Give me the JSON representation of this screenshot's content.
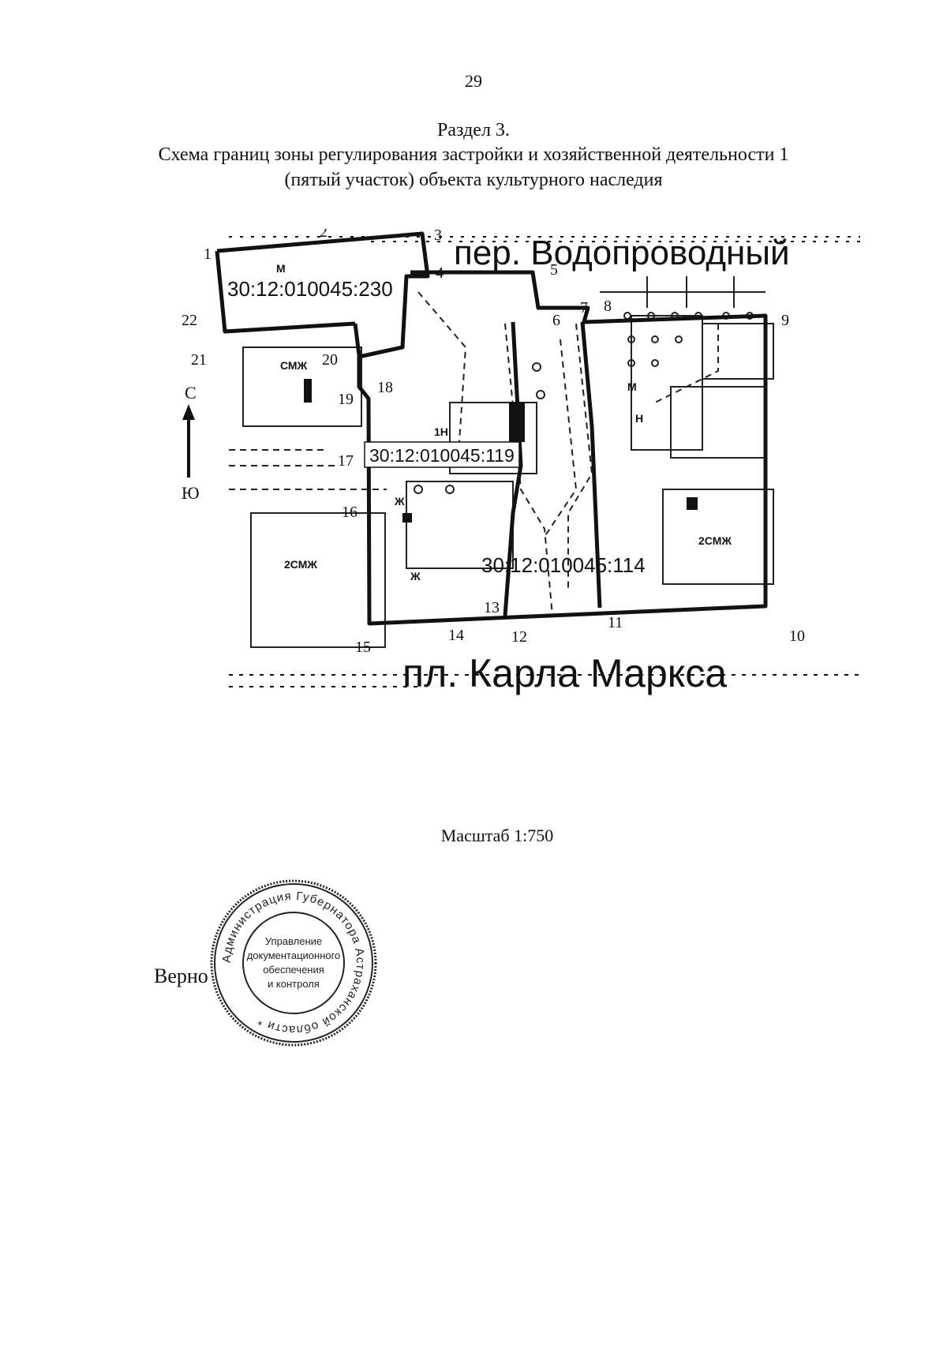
{
  "page_number": "29",
  "section": "Раздел 3.",
  "title_line1": "Схема границ зоны регулирования застройки и хозяйственной деятельности 1",
  "title_line2": "(пятый участок) объекта культурного наследия",
  "map": {
    "street_top": "пер. Водопроводный",
    "street_bottom": "пл. Карла Маркса",
    "parcels": [
      "30:12:010045:230",
      "30:12:010045:119",
      "30:12:010045:114"
    ],
    "compass_north": "С",
    "compass_south": "Ю",
    "points": [
      "1",
      "2",
      "3",
      "4",
      "5",
      "6",
      "7",
      "8",
      "9",
      "10",
      "11",
      "12",
      "13",
      "14",
      "15",
      "16",
      "17",
      "18",
      "19",
      "20",
      "21",
      "22"
    ],
    "building_labels": [
      "СМЖ",
      "2СМЖ",
      "2СМЖ",
      "1Н",
      "Ж",
      "Ж",
      "М",
      "М",
      "Н"
    ]
  },
  "scale": "Масштаб 1:750",
  "verno": "Верно",
  "stamp": {
    "ring": "Администрация Губернатора Астраханской области *",
    "center_lines": [
      "Управление",
      "документационного",
      "обеспечения",
      "и контроля"
    ]
  }
}
